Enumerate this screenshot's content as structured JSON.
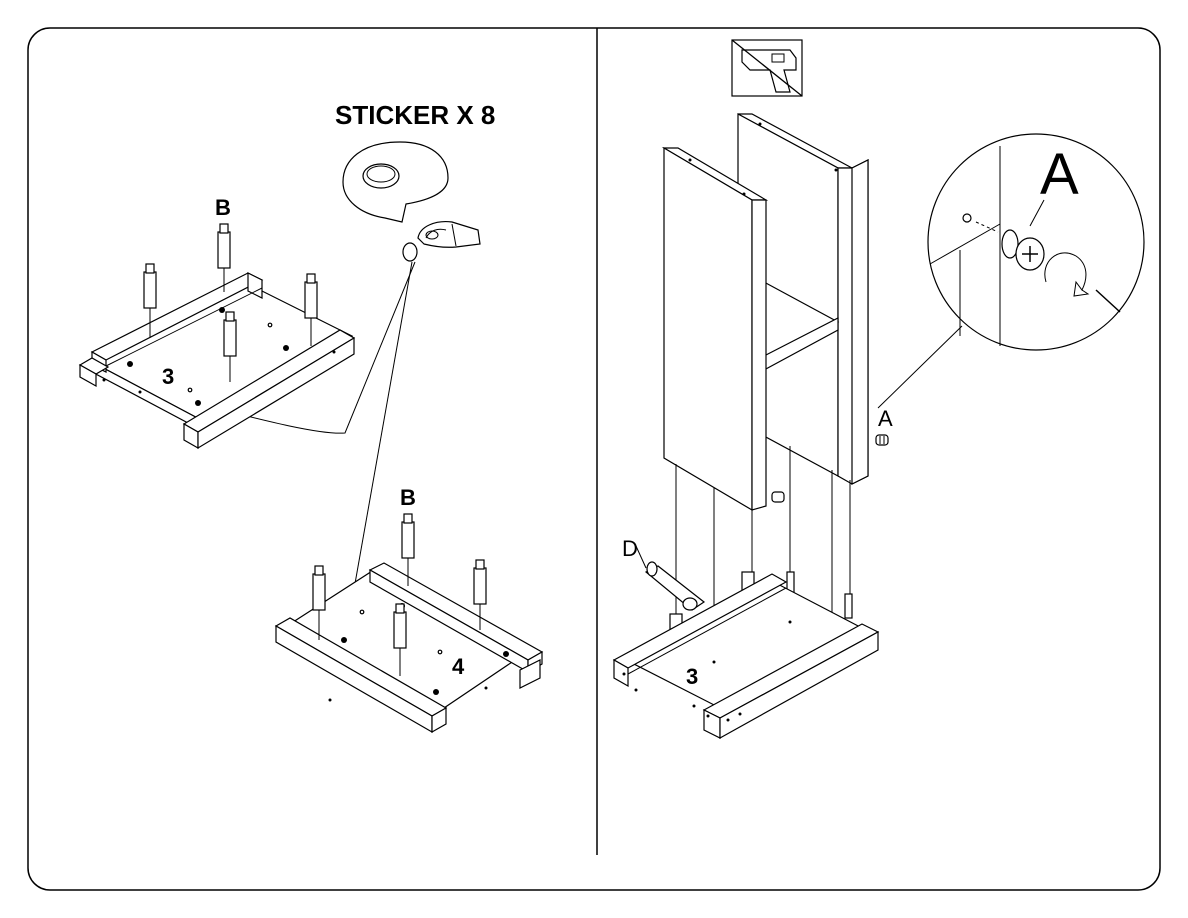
{
  "left_panel": {
    "sticker_label": "STICKER X 8",
    "step_a": {
      "part_number": "3",
      "cam_bolt_label": "B"
    },
    "step_b": {
      "part_number": "4",
      "cam_bolt_label": "B"
    }
  },
  "right_panel": {
    "no_power_drill_icon": "no-power-drill-icon",
    "cam_lock_label": "A",
    "cam_lock_callout_label": "A",
    "dowel_label": "D",
    "part_number": "3"
  }
}
